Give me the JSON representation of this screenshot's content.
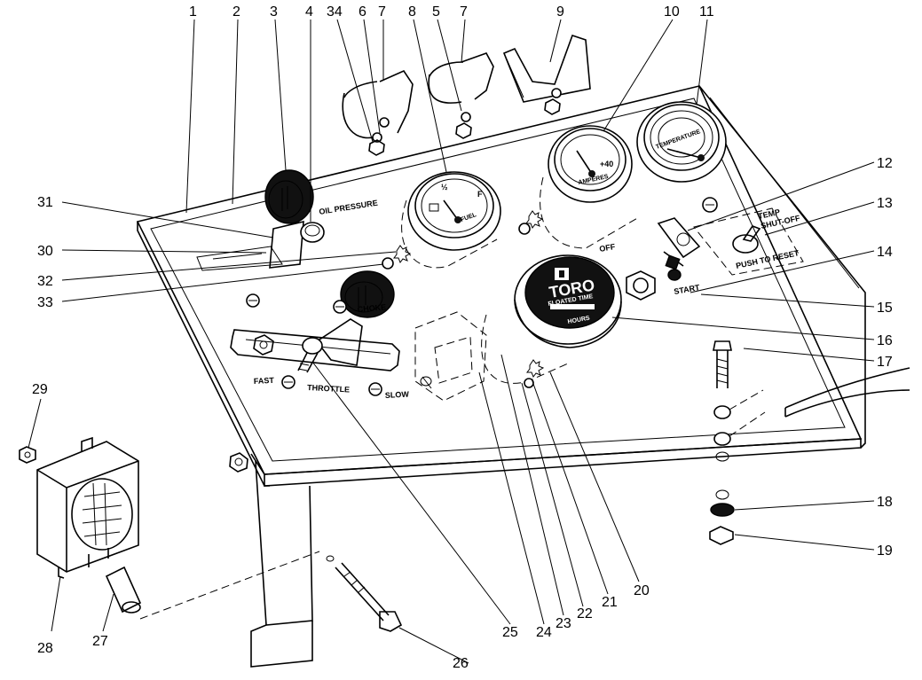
{
  "callouts": [
    "1",
    "2",
    "3",
    "4",
    "34",
    "6",
    "7",
    "8",
    "5",
    "7",
    "9",
    "10",
    "11",
    "12",
    "13",
    "14",
    "15",
    "16",
    "17",
    "18",
    "19",
    "20",
    "21",
    "22",
    "23",
    "24",
    "25",
    "26",
    "27",
    "28",
    "29",
    "30",
    "31",
    "32",
    "33"
  ],
  "panel_text": {
    "oil_pressure": "OIL PRESSURE",
    "choke": "CHOKE",
    "throttle": "THROTTLE",
    "fast": "FAST",
    "slow": "SLOW",
    "off": "OFF",
    "start": "START",
    "temp_shutoff_1": "TEMP",
    "temp_shutoff_2": "SHUT-OFF",
    "push_to_reset": "PUSH TO RESET",
    "fuel": "FUEL",
    "fuel_half": "½",
    "fuel_full": "F",
    "amperes": "AMPERES",
    "amp_plus": "+40",
    "temperature": "TEMPERATURE",
    "hour_meter_brand": "TORO",
    "hour_meter_sub": "FLOATED TIME",
    "hour_meter_hours": "HOURS"
  }
}
